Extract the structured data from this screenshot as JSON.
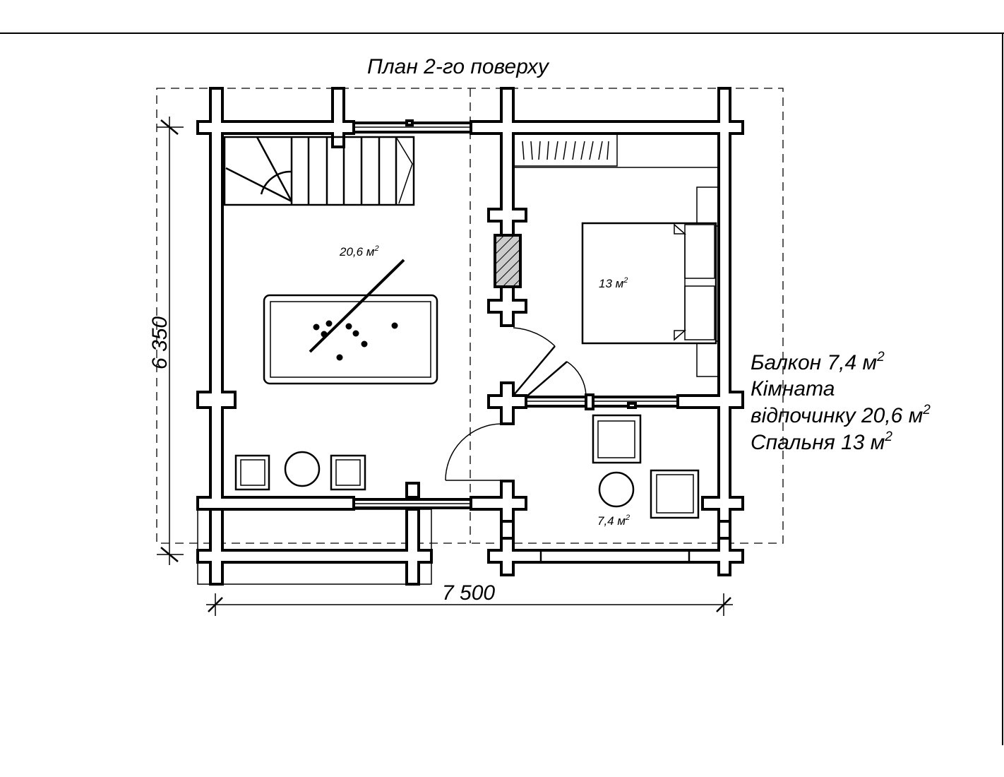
{
  "title": "План 2-го поверху",
  "dimensions": {
    "width": "7 500",
    "height": "6 350"
  },
  "rooms": {
    "lounge_area": "20,6 м",
    "bedroom_area": "13 м",
    "balcony_area": "7,4 м",
    "sup": "2"
  },
  "legend": {
    "line1": "Балкон 7,4 м",
    "line2": "Кімната",
    "line3": "відпочинку 20,6 м",
    "line4": "Спальня 13 м",
    "sup": "2"
  }
}
